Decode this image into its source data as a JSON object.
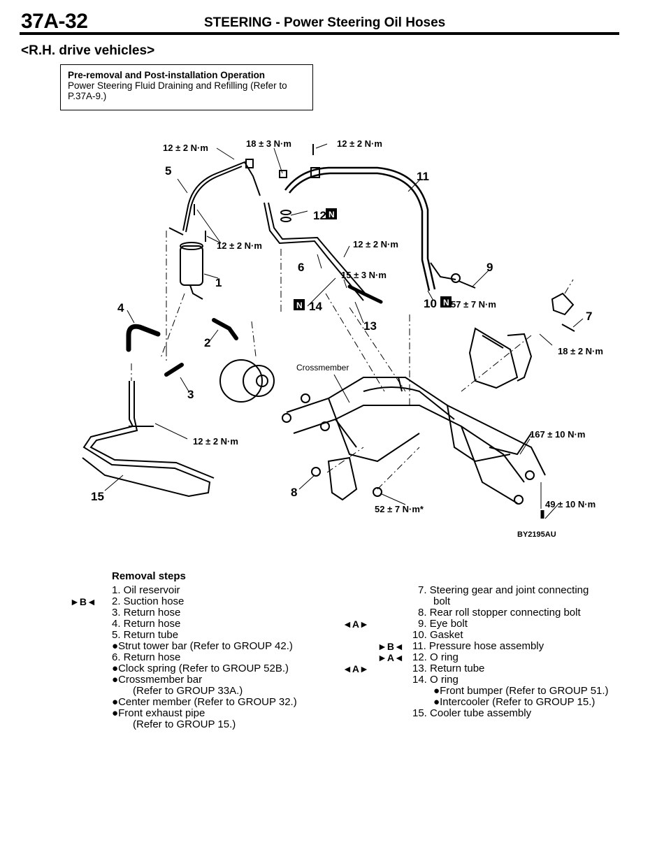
{
  "header": {
    "page_code": "37A-32",
    "title": "STEERING - Power Steering Oil Hoses"
  },
  "vehicle_label": "<R.H. drive vehicles>",
  "pre_removal": {
    "title": "Pre-removal and Post-installation Operation",
    "body_line1": "Power Steering Fluid Draining and Refilling (Refer to",
    "body_line2": "P.37A-9.)"
  },
  "diagram": {
    "torques": {
      "t1": "12 ± 2 N·m",
      "t2": "18 ± 3 N·m",
      "t3": "12 ± 2 N·m",
      "t4": "12 ± 2 N·m",
      "t5": "12 ± 2 N·m",
      "t6": "15 ± 3 N·m",
      "t7": "57 ± 7 N·m",
      "t8": "18 ± 2 N·m",
      "t9": "12 ± 2 N·m",
      "t10": "167 ± 10 N·m",
      "t11": "52 ± 7 N·m*",
      "t12": "49 ± 10 N·m"
    },
    "part_numbers": [
      "1",
      "2",
      "3",
      "4",
      "5",
      "6",
      "7",
      "8",
      "9",
      "10",
      "11",
      "12",
      "13",
      "14",
      "15"
    ],
    "new_part_mark": "N",
    "crossmember_label": "Crossmember",
    "figure_code": "BY2195AU"
  },
  "removal": {
    "title": "Removal steps",
    "left": [
      "1. Oil reservoir",
      "2. Suction hose",
      "3. Return hose",
      "4. Return hose",
      "5. Return tube",
      "Strut tower bar (Refer to GROUP 42.)",
      "6. Return hose",
      "Clock spring (Refer to GROUP 52B.)",
      "Crossmember bar",
      "(Refer to GROUP 33A.)",
      "Center member (Refer to GROUP 32.)",
      "Front exhaust pipe",
      "(Refer to GROUP 15.)"
    ],
    "right": [
      "7. Steering gear and joint connecting",
      "bolt",
      "8. Rear roll stopper connecting bolt",
      "9. Eye bolt",
      "10. Gasket",
      "11. Pressure hose assembly",
      "12. O ring",
      "13. Return tube",
      "14. O ring",
      "Front bumper (Refer to GROUP 51.)",
      "Intercooler (Refer to GROUP 15.)",
      "15. Cooler tube assembly"
    ],
    "marks": {
      "m2": "►B◄",
      "m9": "◄A►",
      "m11": "►B◄",
      "m12": "►A◄",
      "m13": "◄A►"
    },
    "bullet": "●"
  }
}
